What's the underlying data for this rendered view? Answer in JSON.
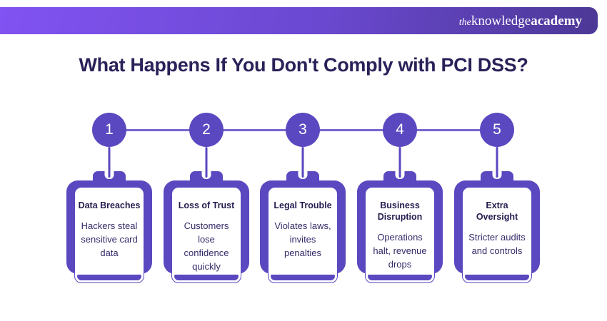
{
  "brand": {
    "logo_the": "the",
    "logo_knowledge": "knowledge",
    "logo_academy": "academy"
  },
  "title": "What Happens If You Don't Comply with PCI DSS?",
  "colors": {
    "header_gradient_start": "#8153f2",
    "header_gradient_end": "#4c3896",
    "accent_purple": "#5a48c0",
    "connector_purple": "#7566ce",
    "title_navy": "#2a2159",
    "card_title_navy": "#231d4f",
    "card_body": "#332c68",
    "background": "#ffffff"
  },
  "items": [
    {
      "number": "1",
      "title": "Data Breaches",
      "description": "Hackers steal sensitive card data"
    },
    {
      "number": "2",
      "title": "Loss of Trust",
      "description": "Customers lose confidence quickly"
    },
    {
      "number": "3",
      "title": "Legal Trouble",
      "description": "Violates laws, invites penalties"
    },
    {
      "number": "4",
      "title": "Business Disruption",
      "description": "Operations halt, revenue drops"
    },
    {
      "number": "5",
      "title": "Extra Oversight",
      "description": "Stricter audits and controls"
    }
  ]
}
